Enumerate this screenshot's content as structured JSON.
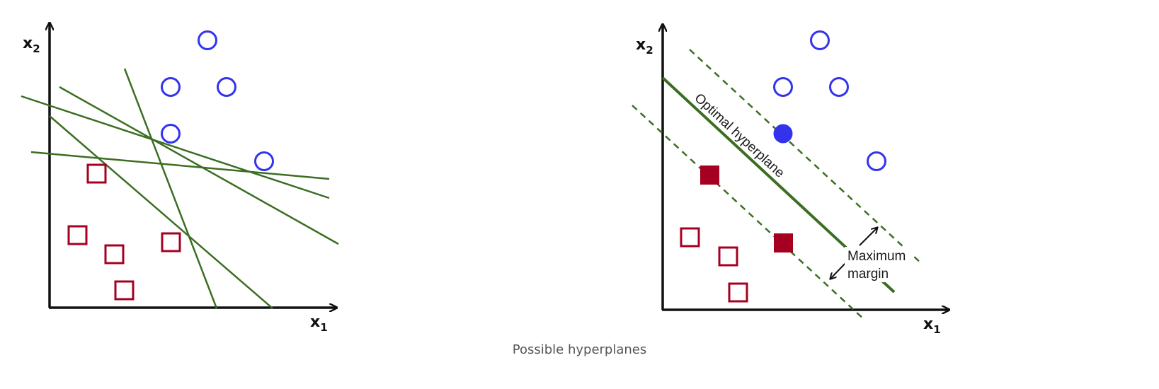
{
  "caption": "Possible hyperplanes",
  "colors": {
    "class_a": "#3333ee",
    "class_b": "#a50021",
    "line": "#3b6e22",
    "axis": "#111111"
  },
  "left_panel": {
    "x_axis_label": "x",
    "x_axis_sub": "1",
    "y_axis_label": "x",
    "y_axis_sub": "2"
  },
  "right_panel": {
    "x_axis_label": "x",
    "x_axis_sub": "1",
    "y_axis_label": "x",
    "y_axis_sub": "2",
    "optimal_label": "Optimal hyperplane",
    "margin_label_line1": "Maximum",
    "margin_label_line2": "margin"
  }
}
